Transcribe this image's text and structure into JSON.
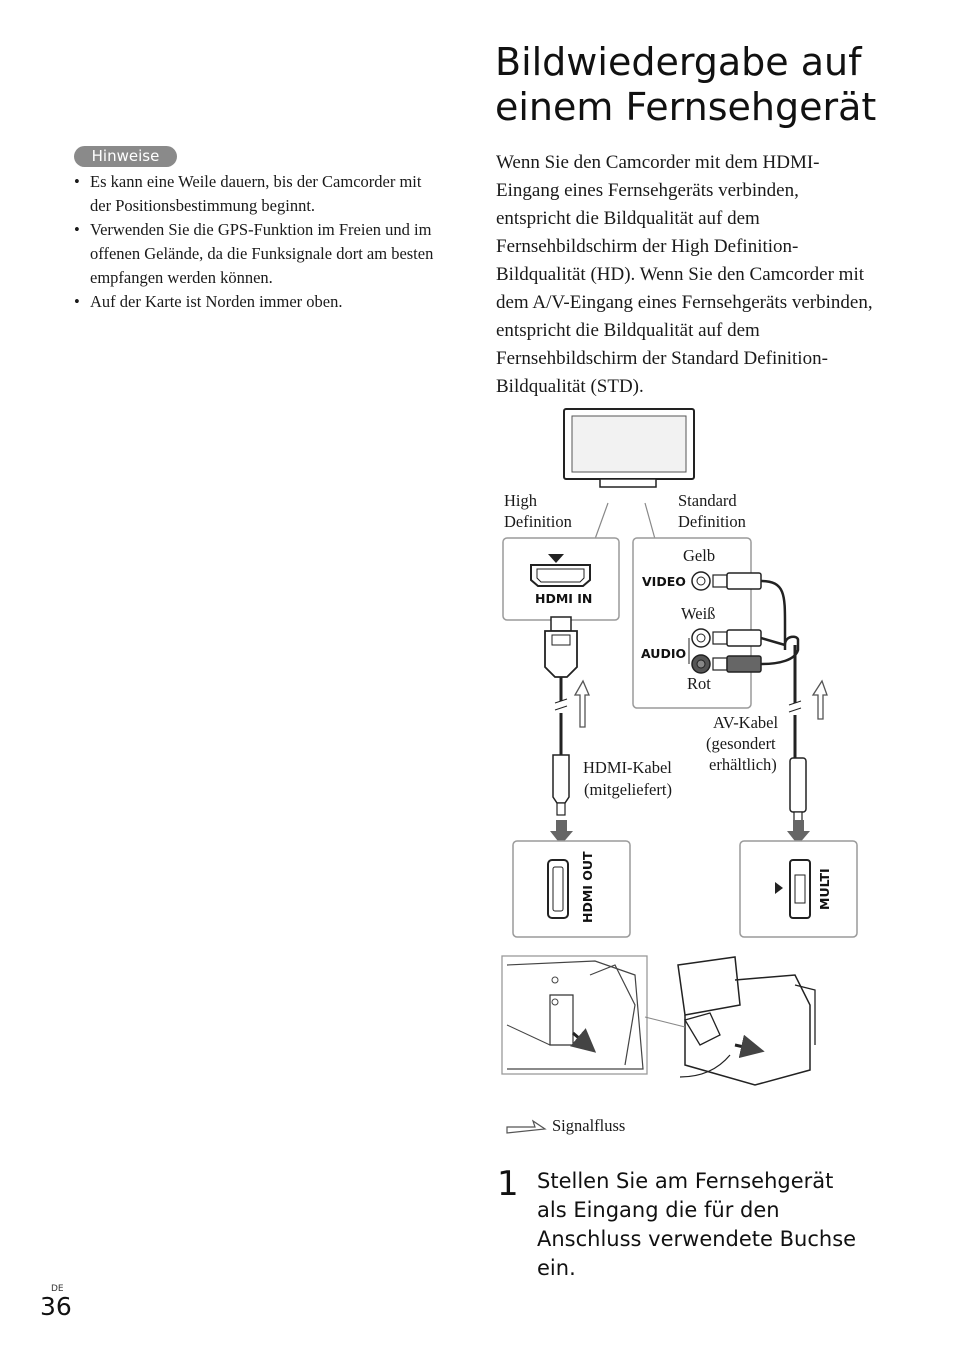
{
  "notes": {
    "badge": "Hinweise",
    "items": [
      "Es kann eine Weile dauern, bis der Camcorder mit der Positionsbestimmung beginnt.",
      "Verwenden Sie die GPS-Funktion im Freien und im offenen Gelände, da die Funksignale dort am besten empfangen werden können.",
      "Auf der Karte ist Norden immer oben."
    ]
  },
  "title": "Bildwiedergabe auf einem Fernsehgerät",
  "intro": "Wenn Sie den Camcorder mit dem HDMI-Eingang eines Fernsehgeräts verbinden, entspricht die Bildqualität auf dem Fernsehbildschirm der High Definition-Bildqualität (HD). Wenn Sie den Camcorder mit dem A/V-Eingang eines Fernsehgeräts verbinden, entspricht die Bildqualität auf dem Fernsehbildschirm der Standard Definition-Bildqualität (STD).",
  "diagram": {
    "hd_label": [
      "High",
      "Definition"
    ],
    "sd_label": [
      "Standard",
      "Definition"
    ],
    "hdmi_in": "HDMI IN",
    "video": "VIDEO",
    "audio": "AUDIO",
    "gelb": "Gelb",
    "weiss": "Weiß",
    "rot": "Rot",
    "av_cable": [
      "AV-Kabel",
      "(gesondert",
      "erhältlich)"
    ],
    "hdmi_cable": [
      "HDMI-Kabel",
      "(mitgeliefert)"
    ],
    "hdmi_out": "HDMI OUT",
    "multi": "MULTI",
    "signal_flow": "Signalfluss",
    "colors": {
      "line": "#222222",
      "gray_arrow": "#666666",
      "box_border": "#9a9a9a"
    }
  },
  "step": {
    "number": "1",
    "text": "Stellen Sie am Fernsehgerät als Eingang die für den Anschluss verwendete Buchse ein."
  },
  "footer": {
    "lang": "DE",
    "page": "36"
  }
}
